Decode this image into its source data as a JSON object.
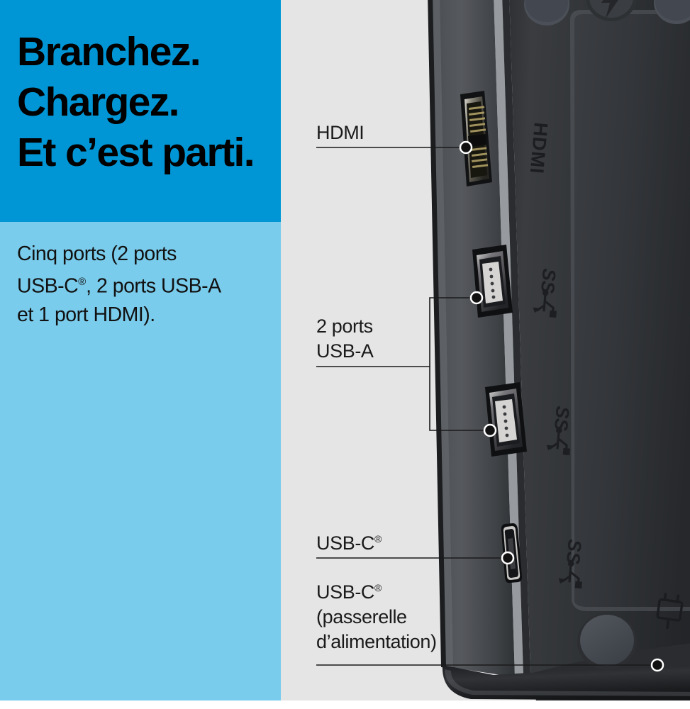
{
  "panel": {
    "headline_lines": [
      "Branchez.",
      "Chargez.",
      "Et c’est parti."
    ],
    "subcopy_lines": [
      "Cinq ports (2 ports",
      "USB-C®, 2 ports USB-A",
      "et 1 port HDMI)."
    ],
    "colors": {
      "blue_top": "#0096d6",
      "blue_bottom": "#7accec",
      "background_gray": "#e5e5e5",
      "text_black": "#000000",
      "leader_line": "#1a1a1a"
    }
  },
  "callouts": [
    {
      "id": "hdmi",
      "lines": [
        "HDMI"
      ]
    },
    {
      "id": "usba",
      "lines": [
        "2 ports",
        "USB-A"
      ]
    },
    {
      "id": "usbc",
      "lines": [
        "USB-C®"
      ]
    },
    {
      "id": "usbcpwr",
      "lines": [
        "USB-C®",
        "(passerelle",
        "d’alimentation)"
      ]
    }
  ],
  "product": {
    "name": "usb-c-dock",
    "port_markings": [
      "HDMI",
      "SS",
      "SS",
      "SS"
    ],
    "icons": [
      "lightning-bolt-icon",
      "power-plug-icon",
      "superspeed-usb-icon"
    ],
    "body_color": "#3b3d40",
    "face_color": "#2b2d30"
  }
}
